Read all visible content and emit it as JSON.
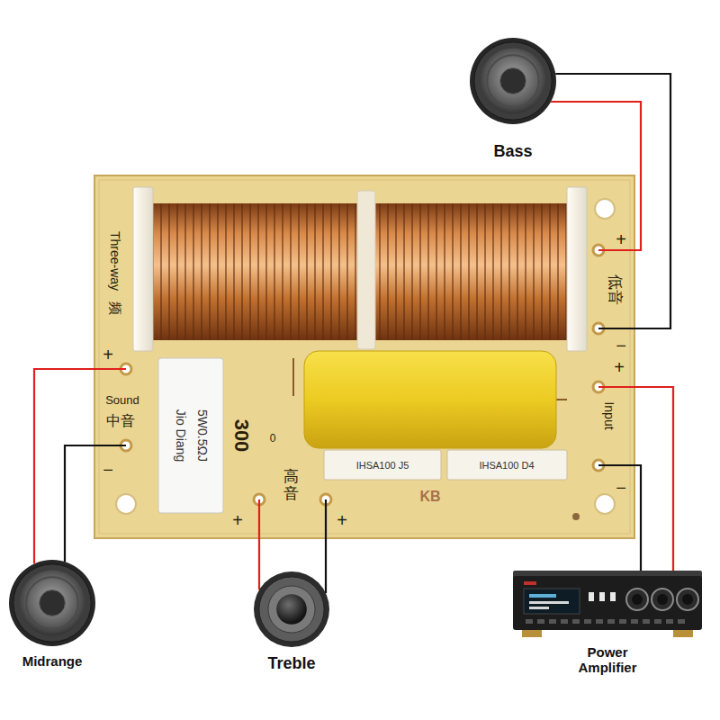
{
  "diagram": {
    "nodes": [
      {
        "text": [
          "Bass"
        ]
      },
      {
        "text": [
          "Three-way"
        ]
      },
      {
        "text": [
          "Midrange"
        ]
      },
      {
        "text": [
          "Treble"
        ]
      },
      {
        "text": [
          "Power Amplifier"
        ]
      }
    ],
    "edges": [
      {
        "from": 1,
        "to": 0,
        "arrow": "none"
      },
      {
        "from": 1,
        "to": 0,
        "arrow": "none"
      },
      {
        "from": 1,
        "to": 2,
        "arrow": "none"
      },
      {
        "from": 1,
        "to": 2,
        "arrow": "none"
      },
      {
        "from": 1,
        "to": 3,
        "arrow": "none"
      },
      {
        "from": 1,
        "to": 3,
        "arrow": "none"
      },
      {
        "from": 1,
        "to": 4,
        "arrow": "none"
      },
      {
        "from": 1,
        "to": 4,
        "arrow": "none"
      }
    ],
    "labels": [
      "+",
      "低音",
      "−",
      "+",
      "Input",
      "−",
      "频",
      "+",
      "Sound",
      "中音",
      "−",
      "Jio Diang",
      "5W0.5ΩJ",
      "300",
      "0",
      "高音",
      "IHSA100 J5",
      "IHSA100 D4",
      "KB",
      "+",
      "+"
    ]
  }
}
